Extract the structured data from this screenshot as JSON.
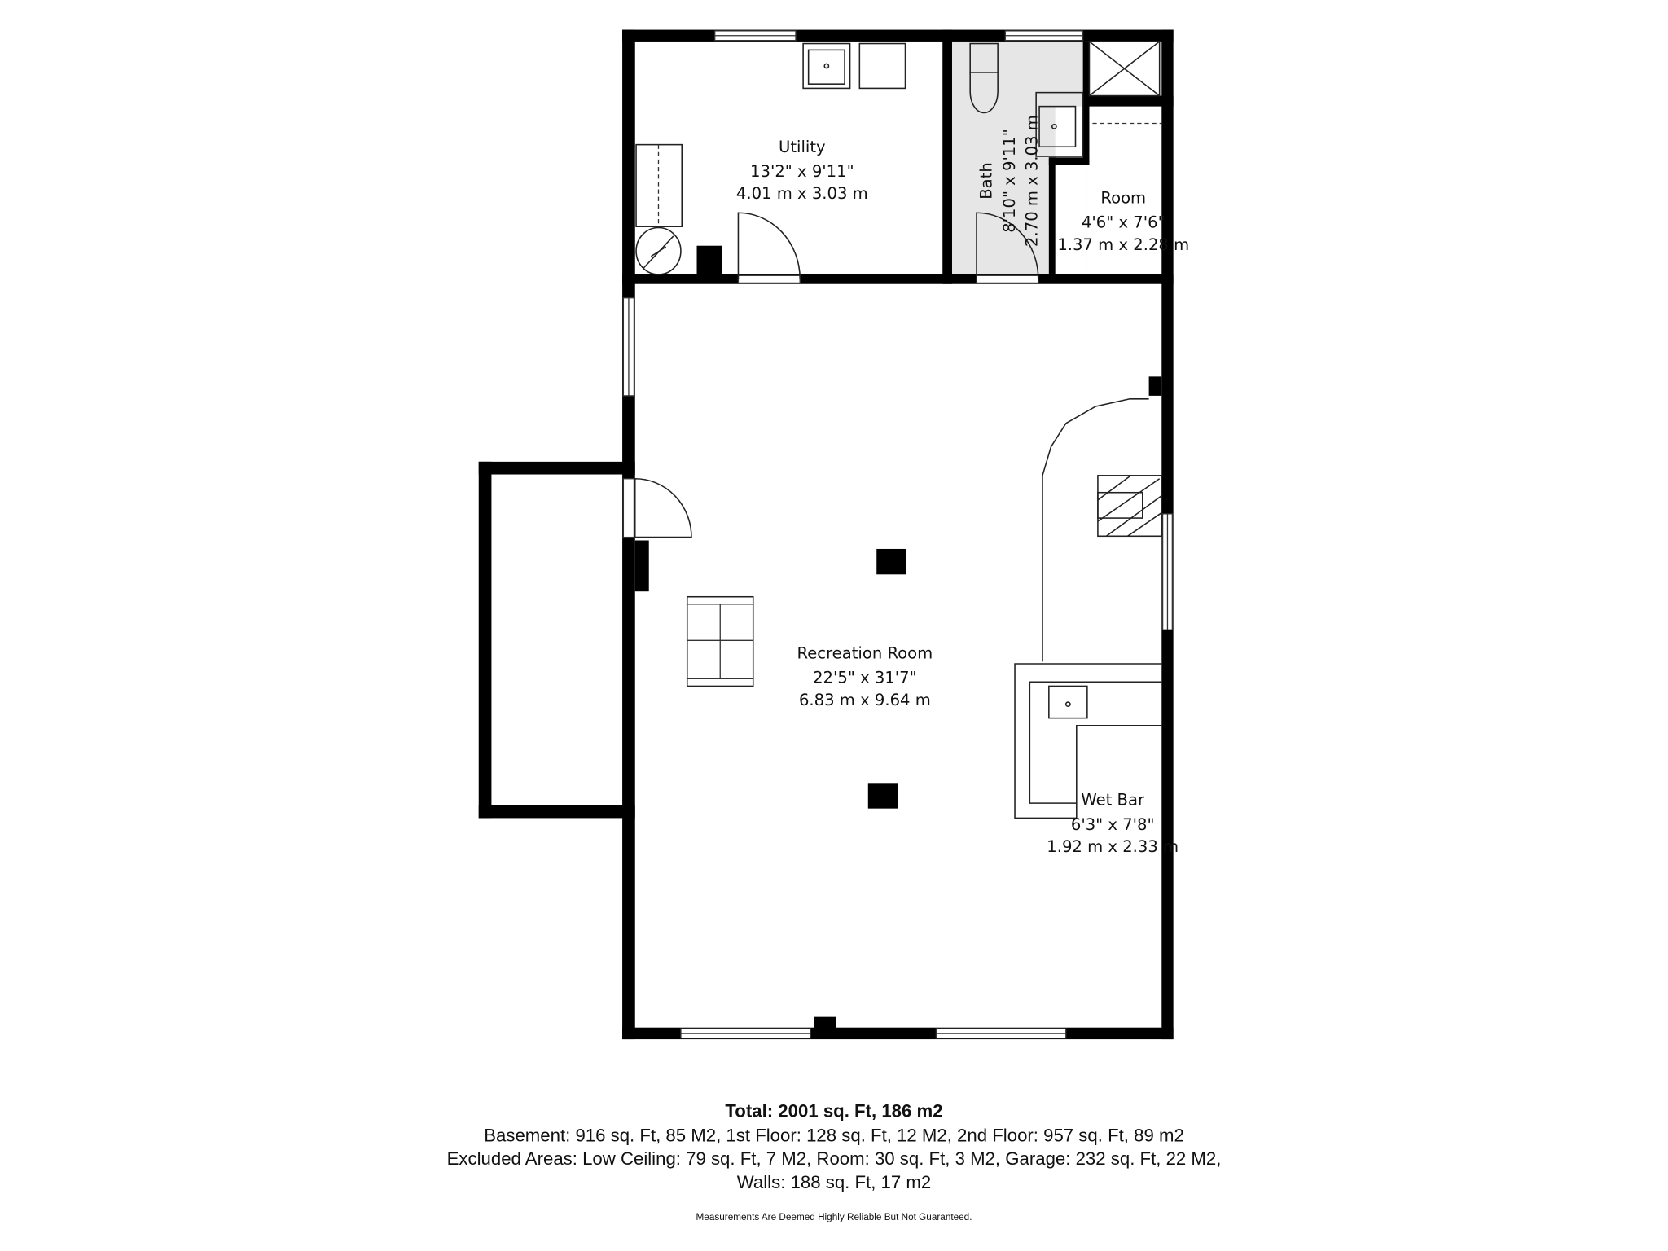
{
  "rooms": {
    "utility": {
      "name": "Utility",
      "imperial": "13'2\" x 9'11\"",
      "metric": "4.01 m x 3.03 m"
    },
    "bath": {
      "name": "Bath",
      "imperial": "8'10\" x 9'11\"",
      "metric": "2.70 m x 3.03 m"
    },
    "room": {
      "name": "Room",
      "imperial": "4'6\" x 7'6\"",
      "metric": "1.37 m x 2.28 m"
    },
    "recreation": {
      "name": "Recreation Room",
      "imperial": "22'5\" x 31'7\"",
      "metric": "6.83 m x 9.64 m"
    },
    "wetbar": {
      "name": "Wet Bar",
      "imperial": "6'3\" x 7'8\"",
      "metric": "1.92 m x 2.33 m"
    }
  },
  "summary": {
    "total": "Total: 2001 sq. Ft, 186 m2",
    "floors": "Basement: 916 sq. Ft, 85 M2, 1st Floor: 128 sq. Ft, 12 M2, 2nd Floor: 957 sq. Ft, 89 m2",
    "excluded_1": "Excluded Areas: Low Ceiling: 79 sq. Ft, 7 M2, Room: 30 sq. Ft, 3 M2, Garage: 232 sq. Ft, 22 M2,",
    "excluded_2": "Walls: 188 sq. Ft, 17 m2",
    "disclaimer": "Measurements Are Deemed Highly Reliable But Not Guaranteed."
  },
  "colors": {
    "wall": "#000000",
    "bath_floor": "#e6e6e6",
    "background": "#ffffff"
  }
}
